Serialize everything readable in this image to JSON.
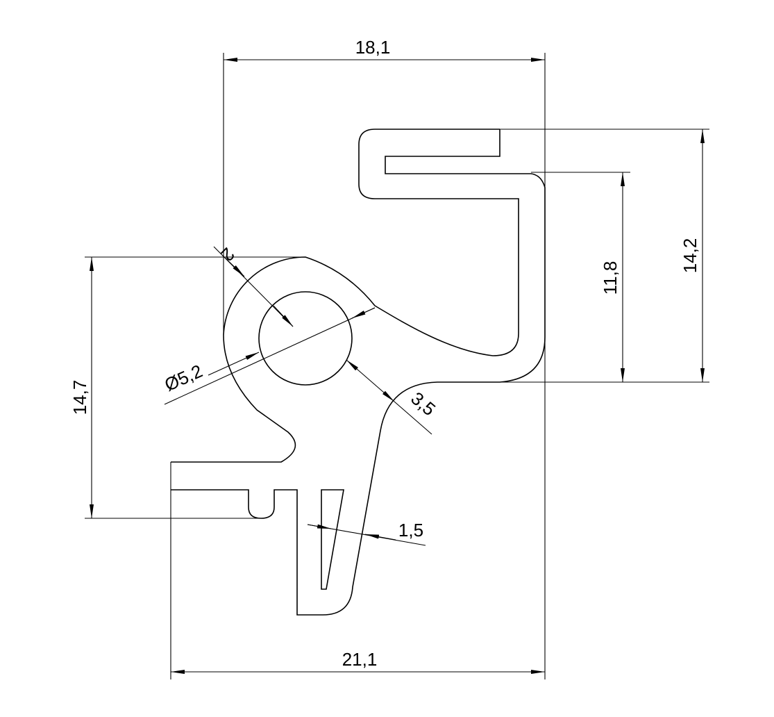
{
  "drawing": {
    "dimensions": {
      "top_width": "18,1",
      "bottom_width": "21,1",
      "right_height_outer": "14,2",
      "right_height_inner": "11,8",
      "left_height": "14,7",
      "hole_diameter": "Ø5,2",
      "wall_thickness_hole": "2",
      "wall_gap": "3,5",
      "lip_thickness": "1,5"
    },
    "line_color": "#000000",
    "background_color": "#ffffff"
  }
}
